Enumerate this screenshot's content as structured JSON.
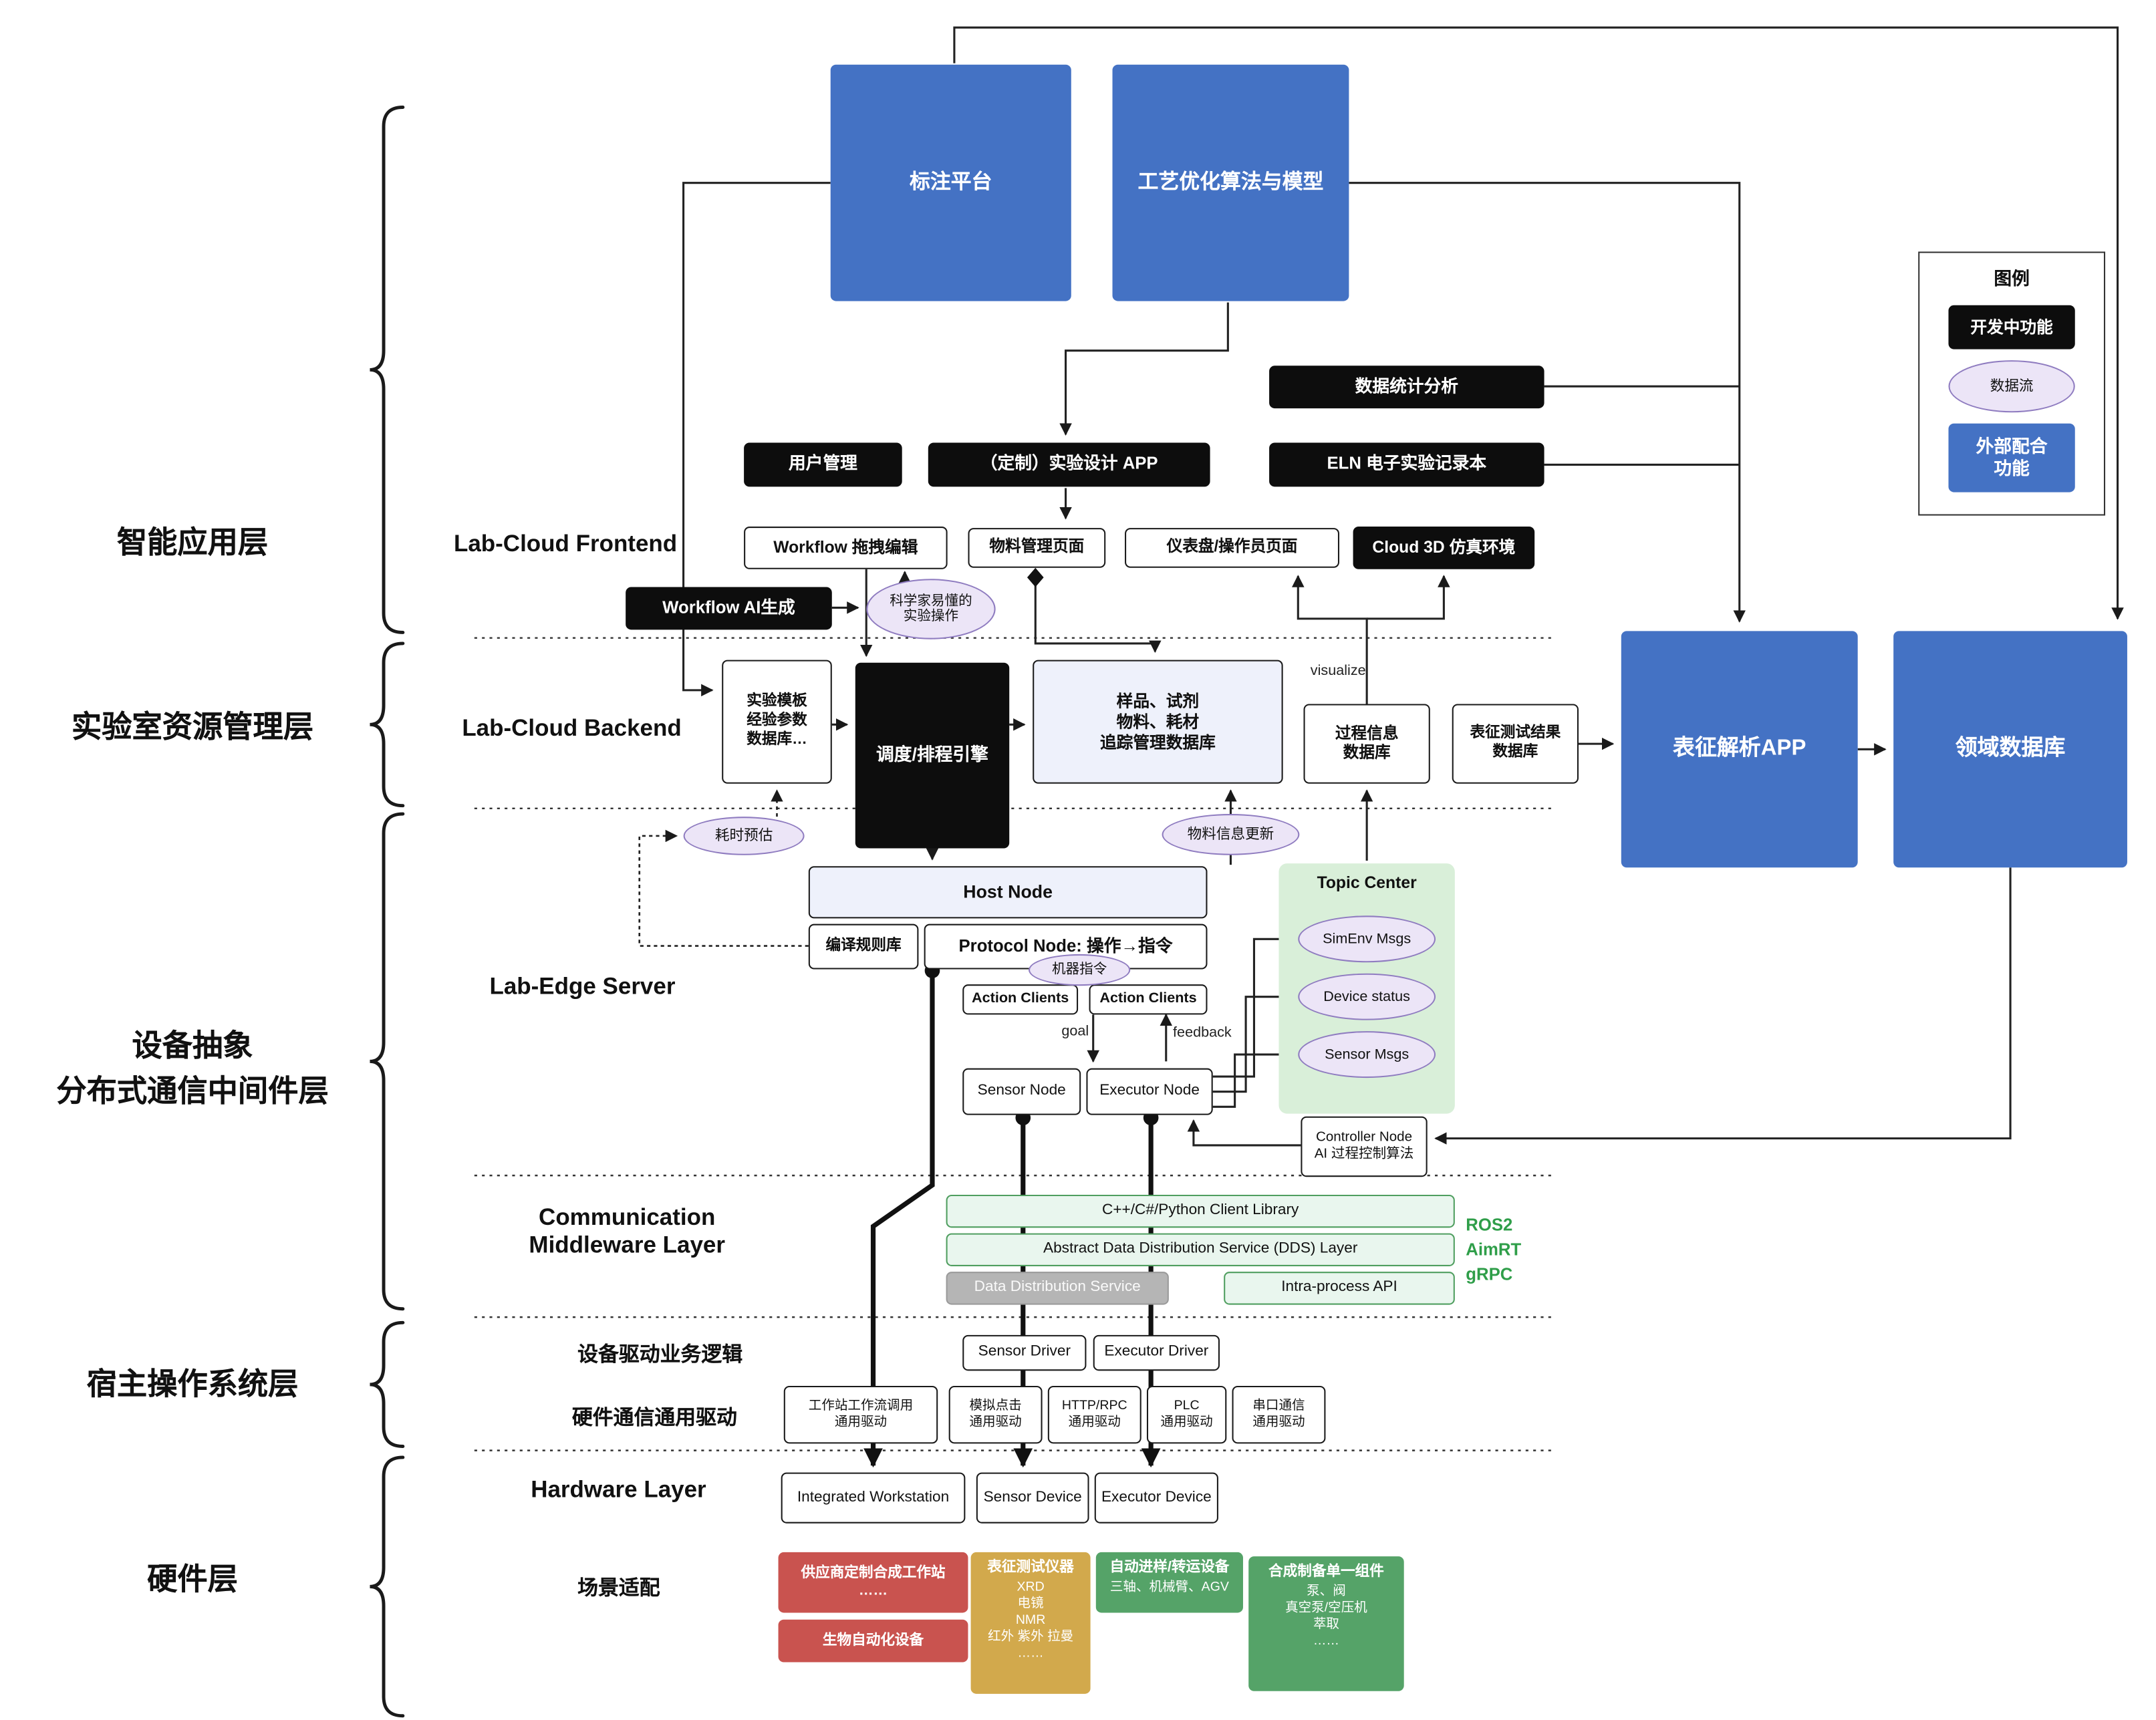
{
  "layers": {
    "app": "智能应用层",
    "lab_resource": "实验室资源管理层",
    "device_middleware": "设备抽象\n分布式通信中间件层",
    "host_os": "宿主操作系统层",
    "hardware": "硬件层"
  },
  "legend": {
    "title": "图例",
    "dev": "开发中功能",
    "dataflow": "数据流",
    "external": "外部配合\n功能"
  },
  "top": {
    "annotation_platform": "标注平台",
    "process_opt": "工艺优化算法与模型"
  },
  "dev_boxes": {
    "stats": "数据统计分析",
    "user_mgmt": "用户管理",
    "exp_design": "（定制）实验设计 APP",
    "eln": "ELN 电子实验记录本",
    "cloud3d": "Cloud 3D 仿真环境",
    "workflow_ai": "Workflow AI生成"
  },
  "frontend": {
    "label": "Lab-Cloud Frontend",
    "workflow_edit": "Workflow 拖拽编辑",
    "material_page": "物料管理页面",
    "dashboard": "仪表盘/操作员页面"
  },
  "flows": {
    "sci_ops": "科学家易懂的\n实验操作",
    "time_est": "耗时预估",
    "material_update": "物料信息更新",
    "machine_cmd": "机器指令"
  },
  "backend": {
    "label": "Lab-Cloud Backend",
    "template_db": "实验模板\n经验参数\n数据库…",
    "scheduler": "调度/排程引擎",
    "tracking_db": "样品、试剂\n物料、耗材\n追踪管理数据库",
    "process_db": "过程信息\n数据库",
    "char_result_db": "表征测试结果\n数据库",
    "char_app": "表征解析APP",
    "domain_db": "领域数据库",
    "visualize": "visualize"
  },
  "edge": {
    "label": "Lab-Edge Server",
    "host_node": "Host Node",
    "rule_lib": "编译规则库",
    "protocol_node": "Protocol Node: 操作→指令",
    "action_clients_1": "Action Clients",
    "action_clients_2": "Action Clients",
    "goal": "goal",
    "feedback": "feedback",
    "sensor_node": "Sensor Node",
    "executor_node": "Executor Node",
    "topic_center": "Topic Center",
    "simenv_msgs": "SimEnv Msgs",
    "device_status": "Device status",
    "sensor_msgs": "Sensor Msgs",
    "controller": "Controller Node\nAI 过程控制算法"
  },
  "middleware": {
    "label": "Communication\nMiddleware Layer",
    "client_lib": "C++/C#/Python Client Library",
    "dds_layer": "Abstract Data Distribution Service (DDS) Layer",
    "dds": "Data Distribution Service",
    "intra_api": "Intra-process API",
    "stack": "ROS2\nAimRT\ngRPC"
  },
  "os": {
    "driver_logic": "设备驱动业务逻辑",
    "sensor_driver": "Sensor Driver",
    "executor_driver": "Executor Driver",
    "hw_driver": "硬件通信通用驱动",
    "drv_workstation": "工作站工作流调用\n通用驱动",
    "drv_click": "模拟点击\n通用驱动",
    "drv_http": "HTTP/RPC\n通用驱动",
    "drv_plc": "PLC\n通用驱动",
    "drv_serial": "串口通信\n通用驱动"
  },
  "hardware": {
    "label": "Hardware Layer",
    "workstation": "Integrated Workstation",
    "sensor_device": "Sensor Device",
    "executor_device": "Executor Device",
    "scene": "场景适配",
    "vendor_ws": "供应商定制合成工作站\n……",
    "bio": "生物自动化设备",
    "char_title": "表征测试仪器",
    "char_items": "XRD\n电镜\nNMR\n红外 紫外 拉曼\n……",
    "transfer_title": "自动进样/转运设备",
    "transfer_items": "三轴、机械臂、AGV",
    "component_title": "合成制备单一组件",
    "component_items": "泵、阀\n真空泵/空压机\n萃取\n……"
  },
  "colors": {
    "external_blue": "#4472C4",
    "dev_black": "#0D0D0D",
    "dataflow_purple": "#ECE5F7",
    "topic_green": "#D9EFD9",
    "middleware_green": "#E9F6EE",
    "stack_green": "#2F9E49",
    "red": "#C9534F",
    "gold": "#D2A94C",
    "device_green": "#55A368"
  }
}
